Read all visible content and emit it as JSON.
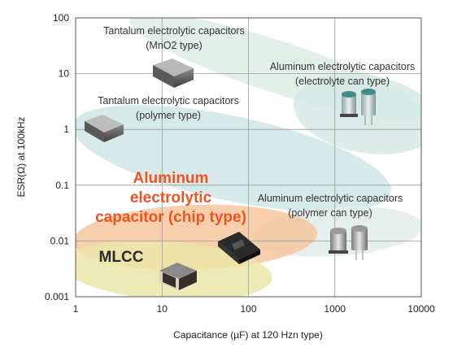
{
  "chart_data": {
    "type": "scatter",
    "title": "",
    "xlabel": "Capacitance (µF) at 120 Hzn type)",
    "ylabel": "ESR(Ω) at 100kHz",
    "x_scale": "log",
    "y_scale": "log",
    "xlim": [
      1,
      10000
    ],
    "ylim": [
      0.001,
      100
    ],
    "x_ticks": [
      "1",
      "10",
      "100",
      "1000",
      "10000"
    ],
    "y_ticks": [
      "100",
      "10",
      "1",
      "0.1",
      "0.01",
      "0.001"
    ],
    "grid": true,
    "regions": [
      {
        "name": "tantalum_mno2",
        "label_lines": [
          "Tantalum electrolytic capacitors",
          "(MnO2 type)"
        ],
        "color": "#dceee6",
        "x_range": [
          15,
          3000
        ],
        "y_range": [
          3,
          80
        ]
      },
      {
        "name": "aluminum_can",
        "label_lines": [
          "Aluminum electrolytic capacitors",
          "(electrolyte can type)"
        ],
        "color": "#d6e9e4",
        "x_range": [
          300,
          10000
        ],
        "y_range": [
          0.4,
          30
        ]
      },
      {
        "name": "tantalum_polymer",
        "label_lines": [
          "Tantalum electrolytic capacitors",
          "(polymer type)"
        ],
        "color": "#cfe6e6",
        "x_range": [
          1,
          3000
        ],
        "y_range": [
          0.05,
          5
        ]
      },
      {
        "name": "aluminum_chip",
        "label_lines": [
          "Aluminum",
          "electrolytic",
          "capacitor (chip type)"
        ],
        "color": "#f6c79d",
        "x_range": [
          3,
          800
        ],
        "y_range": [
          0.004,
          0.3
        ]
      },
      {
        "name": "aluminum_polymer_can",
        "label_lines": [
          "Aluminum electrolytic capacitors",
          "(polymer can type)"
        ],
        "color": "#e1ece8",
        "x_range": [
          150,
          10000
        ],
        "y_range": [
          0.005,
          0.06
        ]
      },
      {
        "name": "mlcc",
        "label_lines": [
          "MLCC"
        ],
        "color": "#ebe6a8",
        "x_range": [
          1,
          200
        ],
        "y_range": [
          0.001,
          0.03
        ]
      }
    ],
    "colors": {
      "tantalum_mno2": "#dceee6",
      "aluminum_can": "#d6e9e4",
      "tantalum_polymer": "#cfe6e6",
      "aluminum_chip": "#f6c79d",
      "aluminum_polymer_can": "#e1ece8",
      "mlcc": "#ebe6a8",
      "highlight": "#f0541e"
    },
    "icons": [
      "tantalum-chip-icon",
      "aluminum-can-capacitor-icon",
      "aluminum-chip-capacitor-icon",
      "mlcc-chip-icon",
      "polymer-can-capacitor-icon"
    ]
  }
}
